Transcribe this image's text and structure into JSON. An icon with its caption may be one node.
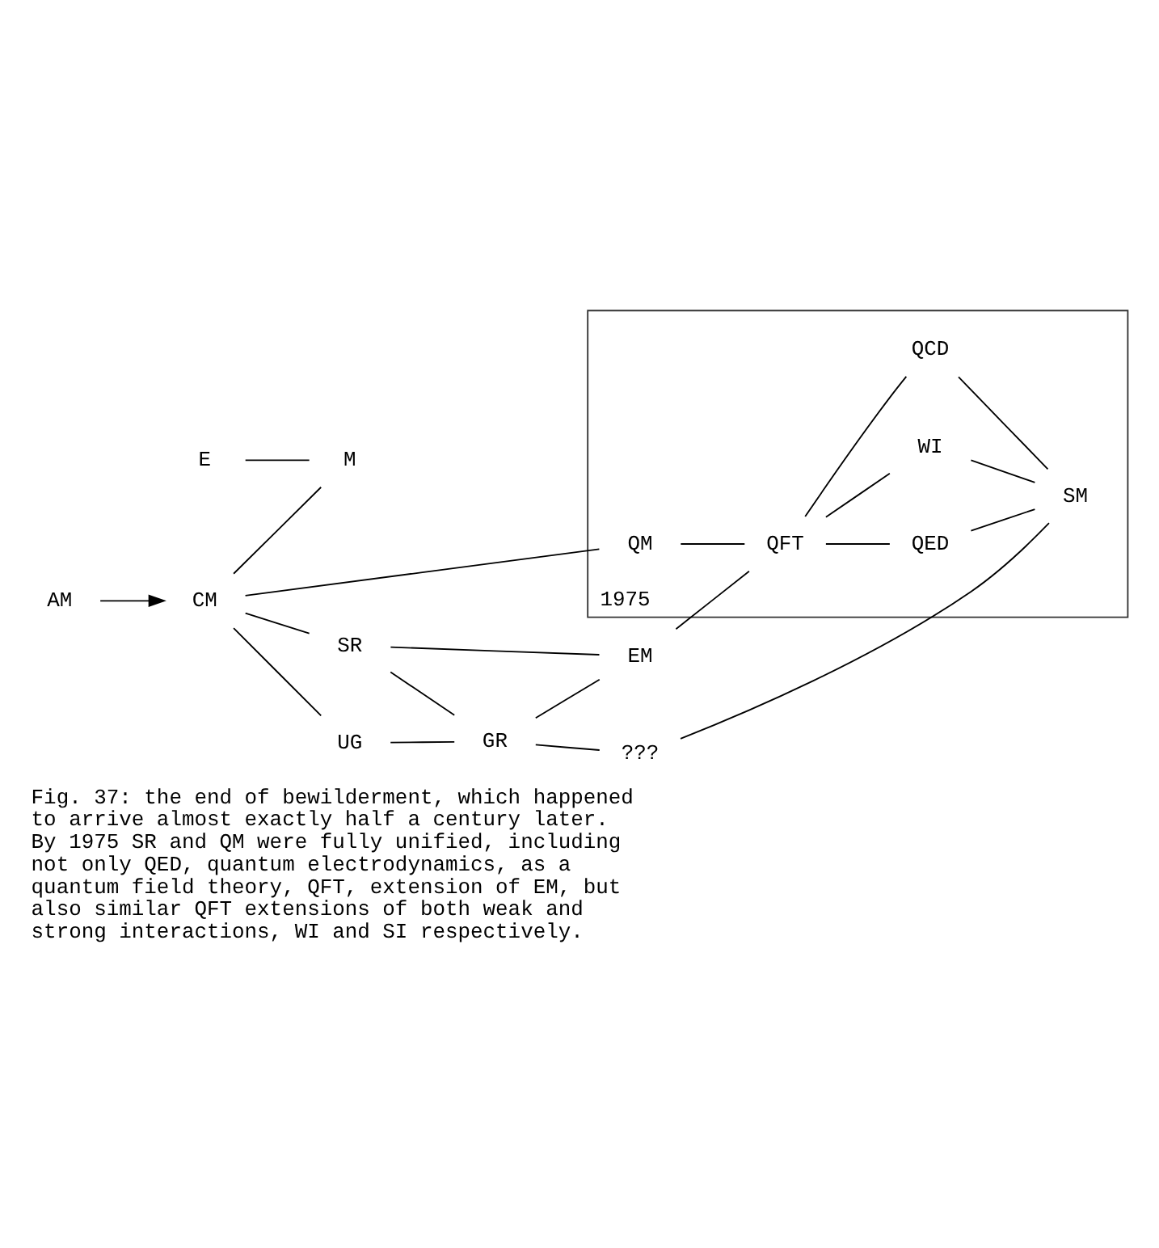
{
  "diagram": {
    "caption": "Fig. 37: the end of bewilderment, which happened to arrive almost exactly half a century later. By 1975 SR and QM were fully unified, including not only QED, quantum electrodynamics, as a quantum field theory, QFT, extension of EM, but also similar QFT extensions of both weak and strong interactions, WI and SI respectively.",
    "nodes": [
      {
        "text": [
          "UG"
        ]
      },
      {
        "text": [
          "GR"
        ]
      },
      {
        "text": [
          "SR"
        ]
      },
      {
        "text": [
          "EM"
        ]
      },
      {
        "text": [
          "AM"
        ]
      },
      {
        "text": [
          "CM"
        ]
      },
      {
        "text": [
          "???"
        ]
      },
      {
        "text": [
          "1975"
        ]
      },
      {
        "text": [
          "QED"
        ],
        "in": 7
      },
      {
        "text": [
          "QM"
        ],
        "in": 7
      },
      {
        "text": [
          "QFT"
        ],
        "in": 7
      },
      {
        "text": [
          "WI"
        ],
        "in": 7
      },
      {
        "text": [
          "SM"
        ],
        "in": 7
      },
      {
        "text": [
          "QCD"
        ],
        "in": 7
      },
      {
        "text": [
          "E"
        ]
      },
      {
        "text": [
          "M"
        ]
      }
    ],
    "edges": [
      {
        "from": 4,
        "to": 5,
        "arrow": "to"
      },
      {
        "from": 5,
        "to": 0,
        "arrow": "none"
      },
      {
        "from": 0,
        "to": 1,
        "arrow": "none"
      },
      {
        "from": 5,
        "to": 2,
        "arrow": "none"
      },
      {
        "from": 2,
        "to": 1,
        "arrow": "none"
      },
      {
        "from": 1,
        "to": 3,
        "arrow": "none"
      },
      {
        "from": 2,
        "to": 3,
        "arrow": "none"
      },
      {
        "from": 1,
        "to": 6,
        "arrow": "none"
      },
      {
        "from": 5,
        "to": 9,
        "arrow": "none"
      },
      {
        "from": 3,
        "to": 10,
        "arrow": "none"
      },
      {
        "from": 9,
        "to": 10,
        "arrow": "none"
      },
      {
        "from": 10,
        "to": 8,
        "arrow": "none"
      },
      {
        "from": 10,
        "to": 11,
        "arrow": "none"
      },
      {
        "from": 10,
        "to": 13,
        "arrow": "none"
      },
      {
        "from": 8,
        "to": 12,
        "arrow": "none"
      },
      {
        "from": 11,
        "to": 12,
        "arrow": "none"
      },
      {
        "from": 13,
        "to": 12,
        "arrow": "none"
      },
      {
        "from": 6,
        "to": 12,
        "arrow": "none"
      },
      {
        "from": 5,
        "to": 15,
        "arrow": "none"
      },
      {
        "from": 14,
        "to": 15,
        "arrow": "none"
      }
    ]
  }
}
